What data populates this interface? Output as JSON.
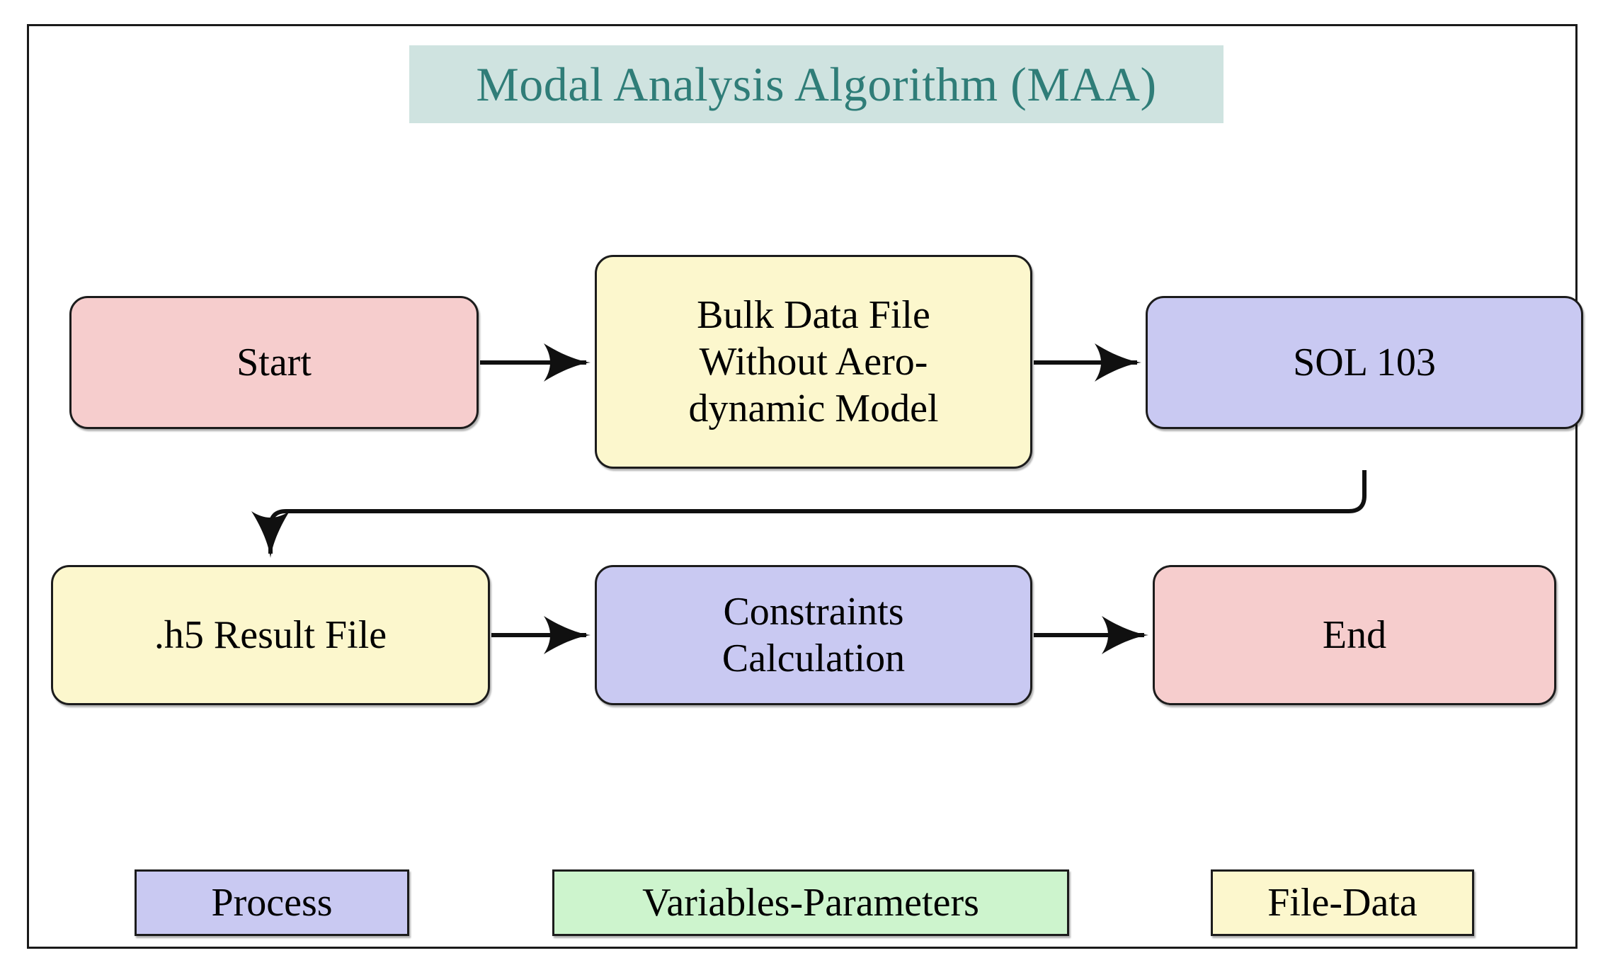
{
  "diagram": {
    "title": "Modal Analysis Algorithm (MAA)",
    "title_color": "#2f7d78",
    "title_background": "#cfe3e0",
    "frame_border_color": "#1a1a1a",
    "background": "#ffffff"
  },
  "nodes": [
    {
      "id": "start",
      "label": "Start",
      "category": "Terminator",
      "fill": "#f6cdcd",
      "row": 1,
      "column": 1
    },
    {
      "id": "bulk_data",
      "label": "Bulk Data File\nWithout Aero-\ndynamic Model",
      "category": "File-Data",
      "fill": "#fcf7cd",
      "row": 1,
      "column": 2
    },
    {
      "id": "sol103",
      "label": "SOL 103",
      "category": "Process",
      "fill": "#c9c9f2",
      "row": 1,
      "column": 3
    },
    {
      "id": "h5_result",
      "label": ".h5 Result File",
      "category": "File-Data",
      "fill": "#fcf7cd",
      "row": 2,
      "column": 1
    },
    {
      "id": "constraints",
      "label": "Constraints\nCalculation",
      "category": "Process",
      "fill": "#c9c9f2",
      "row": 2,
      "column": 2
    },
    {
      "id": "end",
      "label": "End",
      "category": "Terminator",
      "fill": "#f6cdcd",
      "row": 2,
      "column": 3
    }
  ],
  "edges": [
    {
      "from": "start",
      "to": "bulk_data",
      "style": "straight-right"
    },
    {
      "from": "bulk_data",
      "to": "sol103",
      "style": "straight-right"
    },
    {
      "from": "sol103",
      "to": "h5_result",
      "style": "elbow-down-left-down"
    },
    {
      "from": "h5_result",
      "to": "constraints",
      "style": "straight-right"
    },
    {
      "from": "constraints",
      "to": "end",
      "style": "straight-right"
    }
  ],
  "legend": [
    {
      "id": "process",
      "label": "Process",
      "fill": "#c9c9f2"
    },
    {
      "id": "variables",
      "label": "Variables-Parameters",
      "fill": "#cdf4cd"
    },
    {
      "id": "filedata",
      "label": "File-Data",
      "fill": "#fcf7cd"
    }
  ]
}
